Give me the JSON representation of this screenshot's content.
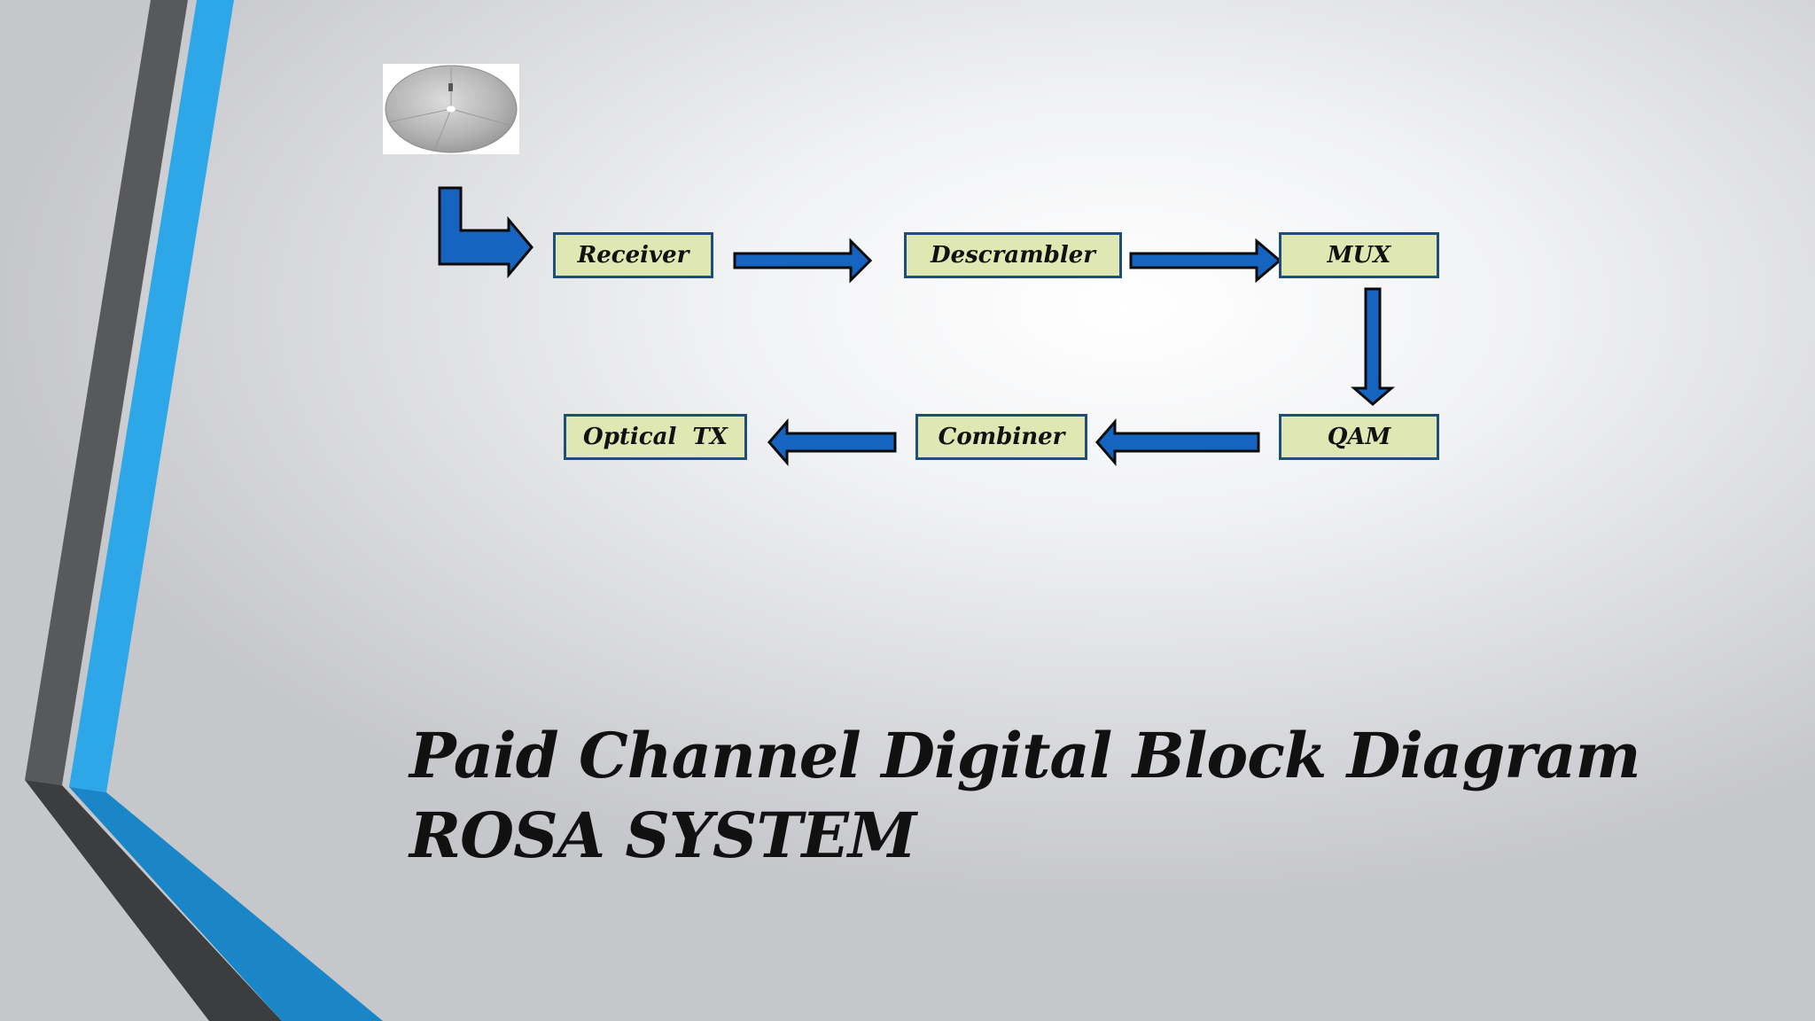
{
  "diagram": {
    "blocks": {
      "receiver": "Receiver",
      "descrambler": "Descrambler",
      "mux": "MUX",
      "qam": "QAM",
      "combiner": "Combiner",
      "optical_tx": "Optical  TX"
    },
    "colors": {
      "block_fill": "#dfe8b2",
      "block_border": "#1f4e79",
      "arrow_fill": "#1565c0",
      "accent_blue": "#2ea7e8",
      "dark_gray": "#4a4b4d"
    }
  },
  "title": {
    "line1": "Paid Channel Digital Block Diagram",
    "line2": "ROSA SYSTEM"
  }
}
